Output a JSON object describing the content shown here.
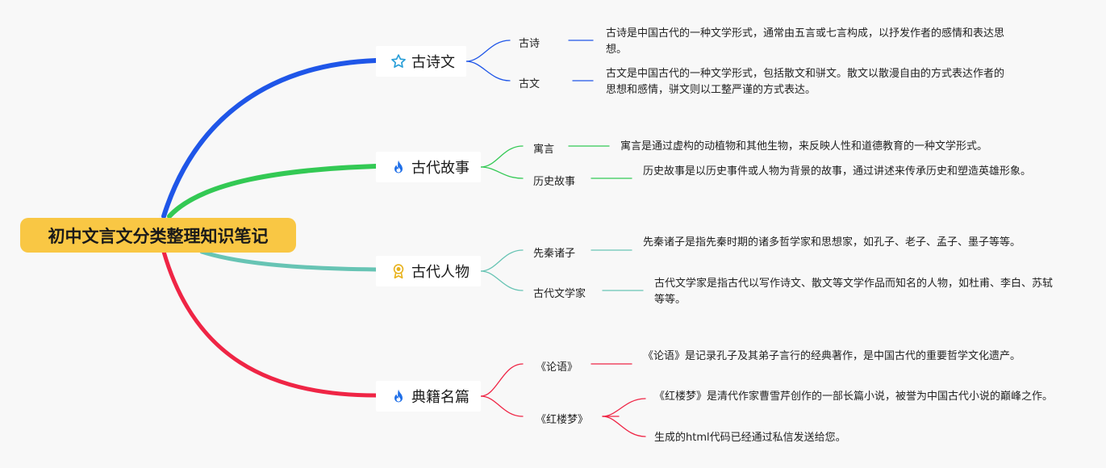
{
  "root": {
    "title": "初中文言文分类整理知识笔记"
  },
  "colors": {
    "blue": "#1f56e8",
    "green": "#33c954",
    "teal": "#67c4b4",
    "red": "#ef2545",
    "root_fill": "#f9c744"
  },
  "branches": [
    {
      "label": "古诗文",
      "icon": "star-icon",
      "color": "blue",
      "children": [
        {
          "label": "古诗",
          "descs": [
            "古诗是中国古代的一种文学形式，通常由五言或七言构成，以抒发作者的感情和表达思想。"
          ]
        },
        {
          "label": "古文",
          "descs": [
            "古文是中国古代的一种文学形式，包括散文和骈文。散文以散漫自由的方式表达作者的思想和感情，骈文则以工整严谨的方式表达。"
          ]
        }
      ]
    },
    {
      "label": "古代故事",
      "icon": "fire-icon",
      "color": "green",
      "children": [
        {
          "label": "寓言",
          "descs": [
            "寓言是通过虚构的动植物和其他生物，来反映人性和道德教育的一种文学形式。"
          ]
        },
        {
          "label": "历史故事",
          "descs": [
            "历史故事是以历史事件或人物为背景的故事，通过讲述来传承历史和塑造英雄形象。"
          ]
        }
      ]
    },
    {
      "label": "古代人物",
      "icon": "award-icon",
      "color": "teal",
      "children": [
        {
          "label": "先秦诸子",
          "descs": [
            "先秦诸子是指先秦时期的诸多哲学家和思想家，如孔子、老子、孟子、墨子等等。"
          ]
        },
        {
          "label": "古代文学家",
          "descs": [
            "古代文学家是指古代以写作诗文、散文等文学作品而知名的人物，如杜甫、李白、苏轼等等。"
          ]
        }
      ]
    },
    {
      "label": "典籍名篇",
      "icon": "fire-icon",
      "color": "red",
      "children": [
        {
          "label": "《论语》",
          "descs": [
            "《论语》是记录孔子及其弟子言行的经典著作，是中国古代的重要哲学文化遗产。"
          ]
        },
        {
          "label": "《红楼梦》",
          "descs": [
            "《红楼梦》是清代作家曹雪芹创作的一部长篇小说，被誉为中国古代小说的巅峰之作。",
            "生成的html代码已经通过私信发送给您。"
          ]
        }
      ]
    }
  ]
}
